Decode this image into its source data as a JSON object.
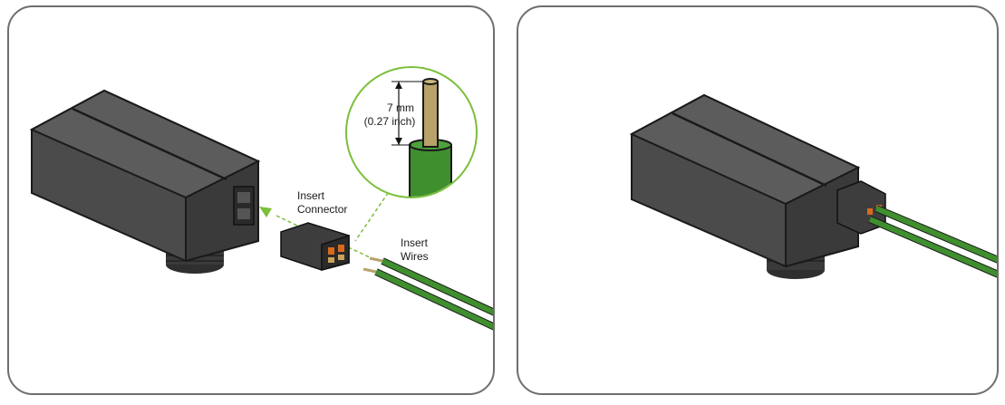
{
  "left_panel": {
    "connector_label_line1": "Insert",
    "connector_label_line2": "Connector",
    "wires_label_line1": "Insert",
    "wires_label_line2": "Wires",
    "strip_length_mm": "7 mm",
    "strip_length_inch": "(0.27 inch)"
  },
  "colors": {
    "housing": "#4b4b4b",
    "housing_dark": "#3a3a3a",
    "wire_green": "#3f8f2f",
    "guide_green": "#7bbf3a",
    "copper": "#b8a26a",
    "contact_orange": "#d86a1e"
  }
}
